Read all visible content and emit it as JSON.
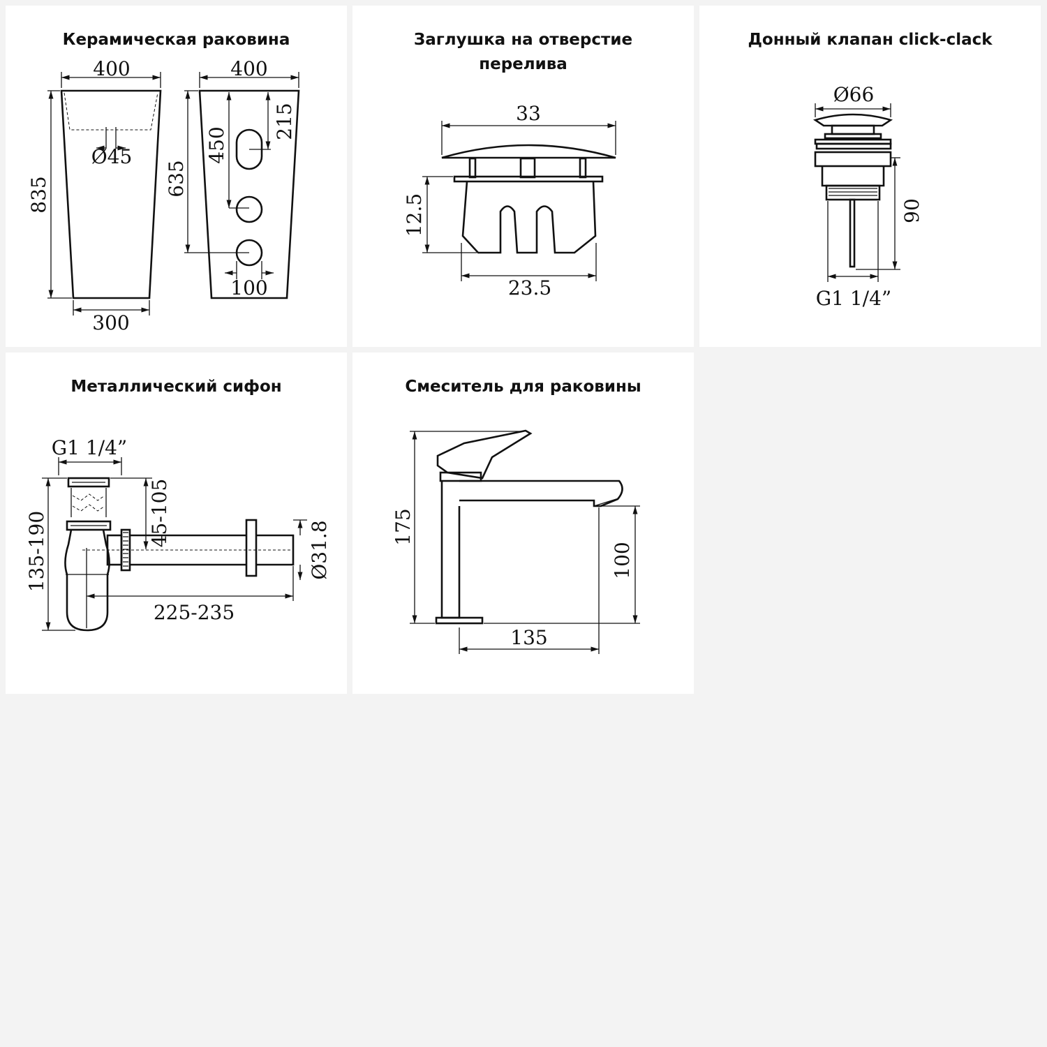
{
  "colors": {
    "page_background": "#f3f3f3",
    "card_background": "#ffffff",
    "line": "#111111"
  },
  "cards": [
    {
      "title": "Керамическая раковина",
      "dims": {
        "top_width_front": "400",
        "top_width_side": "400",
        "height_total": "835",
        "drain_diameter": "Ø45",
        "bottom_width": "300",
        "side_height": "635",
        "hole_450": "450",
        "hole_215": "215",
        "hole_spacing": "100"
      }
    },
    {
      "title": "Заглушка на отверстие\nперелива",
      "dims": {
        "cap_width": "33",
        "height": "12.5",
        "body_width": "23.5"
      }
    },
    {
      "title": "Донный клапан click-clack",
      "dims": {
        "cap_diameter": "Ø66",
        "height": "90",
        "thread": "G1 1/4”"
      }
    },
    {
      "title": "Металлический сифон",
      "dims": {
        "thread": "G1 1/4”",
        "adjust": "45-105",
        "height": "135-190",
        "pipe_diameter": "Ø31.8",
        "length": "225-235"
      }
    },
    {
      "title": "Смеситель для раковины",
      "dims": {
        "height": "175",
        "spout_height": "100",
        "spout_reach": "135"
      }
    }
  ]
}
